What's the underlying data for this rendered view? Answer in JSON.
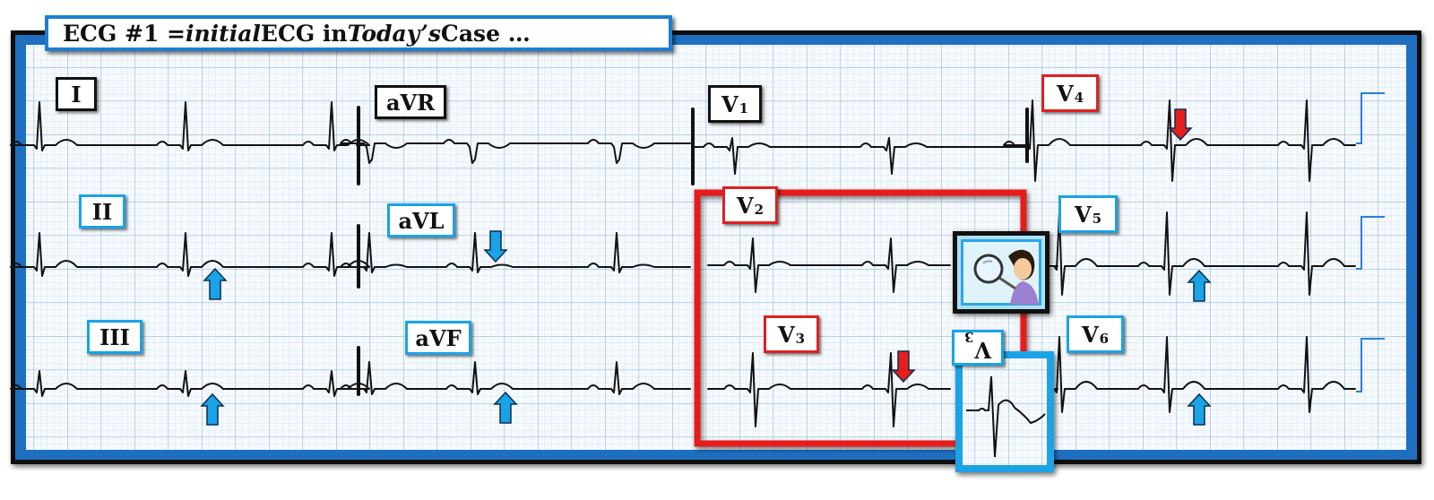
{
  "banner": {
    "prefix": "ECG #1 = ",
    "initial": "initial",
    "middle": " ECG in ",
    "today": "Today’s",
    "suffix": " Case …"
  },
  "leads": {
    "I": "I",
    "II": "II",
    "III": "III",
    "aVR": "aVR",
    "aVL": "aVL",
    "aVF": "aVF",
    "V1": "V",
    "V1_sub": "1",
    "V2": "V",
    "V2_sub": "2",
    "V3": "V",
    "V3_sub": "3",
    "V4": "V",
    "V4_sub": "4",
    "V5": "V",
    "V5_sub": "5",
    "V6": "V",
    "V6_sub": "6",
    "inset": "V",
    "inset_sub": "3"
  },
  "colors": {
    "grid_bg": "#f4f8fb",
    "grid_minor": "#c7dbee",
    "grid_major": "#8fb4dc",
    "frame": "#1f6fc0",
    "trace": "#111111",
    "highlight_red": "#e61e1e",
    "arrow_blue": "#1aa3e6",
    "arrow_red": "#e61e1e"
  },
  "icons": {
    "blue_arrow": "arrow-up-icon",
    "red_arrow": "arrow-down-icon",
    "magnifier": "magnifying-glass-icon"
  }
}
